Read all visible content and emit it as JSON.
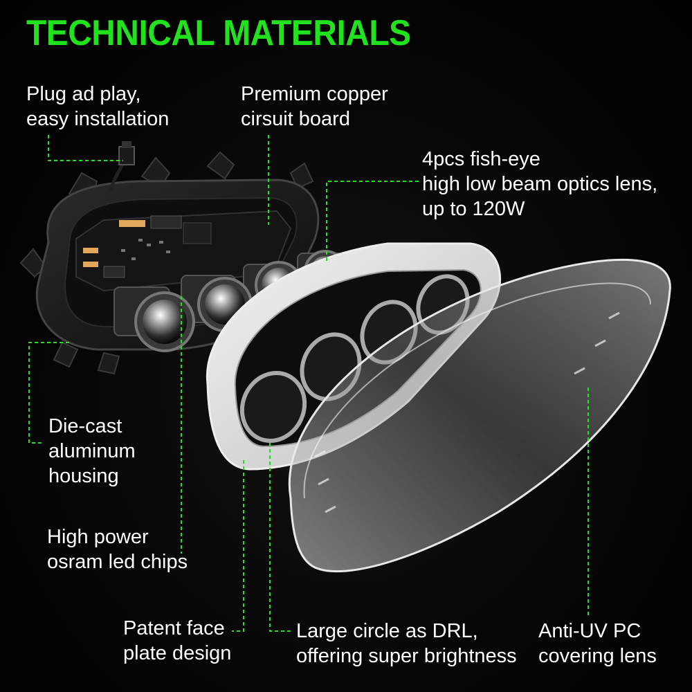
{
  "title": "TECHNICAL MATERIALS",
  "colors": {
    "accent": "#22e11e",
    "text": "#ffffff",
    "background": "#000000"
  },
  "labels": {
    "plug": [
      "Plug ad play,",
      "easy installation"
    ],
    "copper": [
      "Premium copper",
      "cirsuit board"
    ],
    "lens": [
      "4pcs fish-eye",
      "high low beam optics lens,",
      "up to 120W"
    ],
    "housing": [
      "Die-cast",
      "aluminum",
      "housing"
    ],
    "chips": [
      "High power",
      "osram led chips"
    ],
    "faceplate": [
      "Patent face",
      "plate design"
    ],
    "drl": [
      "Large circle as DRL,",
      "offering super brightness"
    ],
    "pc": [
      "Anti-UV PC",
      "covering lens"
    ]
  }
}
